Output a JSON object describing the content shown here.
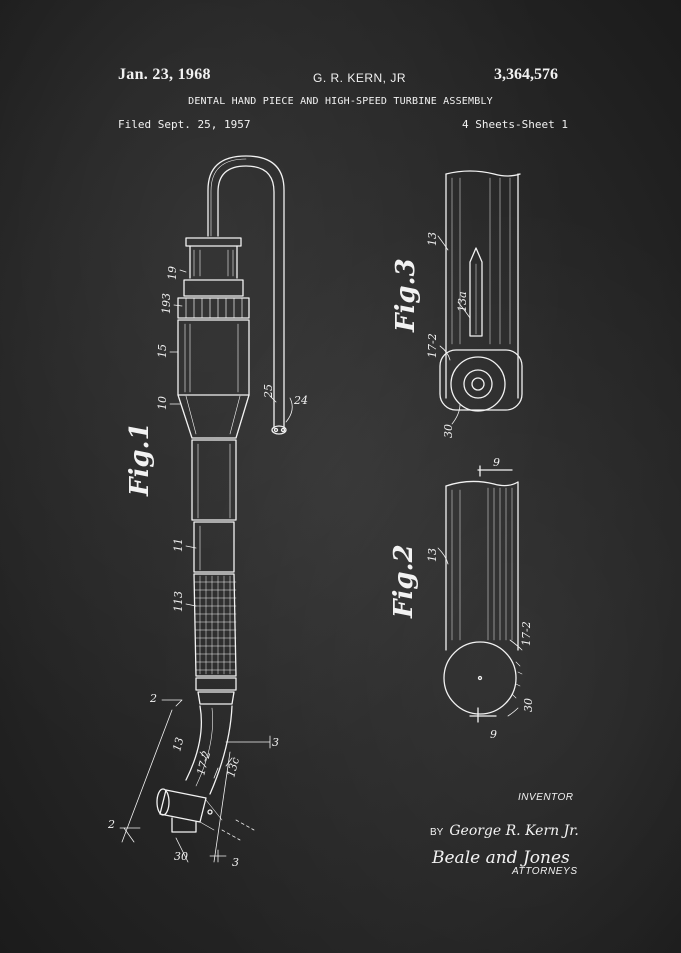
{
  "header": {
    "date": "Jan. 23, 1968",
    "inventor": "G. R. KERN, JR",
    "patent_number": "3,364,576",
    "title": "DENTAL HAND PIECE AND HIGH-SPEED TURBINE ASSEMBLY",
    "filed": "Filed Sept. 25, 1957",
    "sheets": "4 Sheets-Sheet 1"
  },
  "figures": {
    "fig1": {
      "label": "Fig.1",
      "refs": {
        "r19": "19",
        "r193": "193",
        "r15": "15",
        "r10": "10",
        "r25": "25",
        "r24": "24",
        "r11": "11",
        "r113": "113",
        "r2a": "2",
        "r2b": "2",
        "r13": "13",
        "r172": "17-2",
        "r13c": "13c",
        "r3a": "3",
        "r3b": "3",
        "r30": "30"
      }
    },
    "fig3": {
      "label": "Fig.3",
      "refs": {
        "r13": "13",
        "r13a": "13a",
        "r172": "17-2",
        "r30": "30"
      }
    },
    "fig2": {
      "label": "Fig.2",
      "refs": {
        "r9a": "9",
        "r9b": "9",
        "r13": "13",
        "r172": "17-2",
        "r30": "30"
      }
    }
  },
  "signature": {
    "inventor_label": "INVENTOR",
    "by": "BY",
    "inventor_signature": "George R. Kern Jr.",
    "attorneys_signature": "Beale and Jones",
    "attorneys_label": "ATTORNEYS"
  },
  "colors": {
    "board": "#2a2a2a",
    "chalk": "#f2f2f2"
  }
}
